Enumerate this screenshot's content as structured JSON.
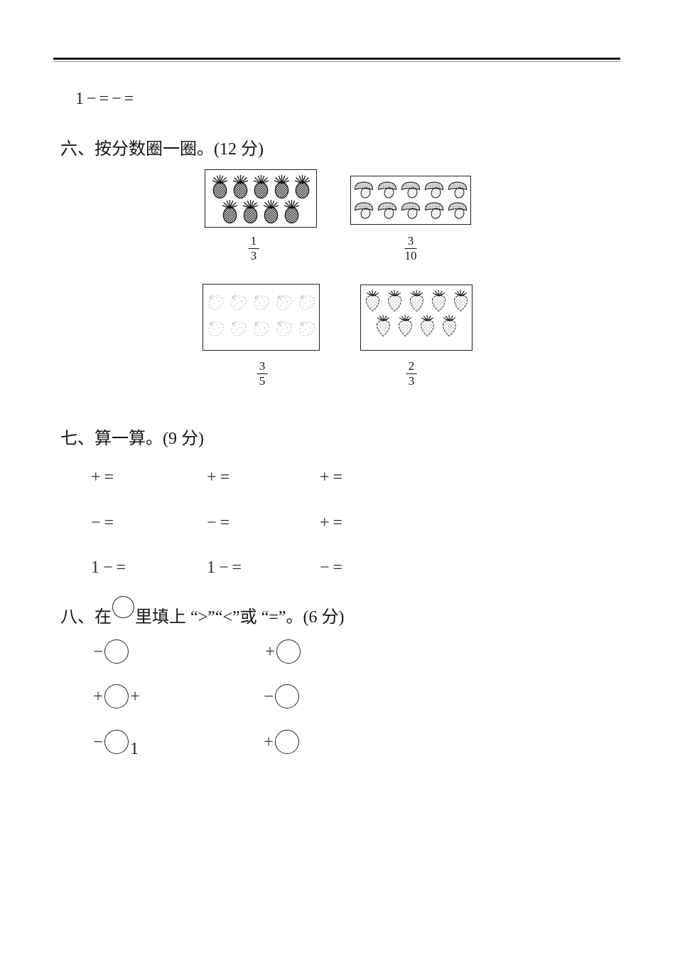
{
  "top": {
    "leftover_expression": "1−=−="
  },
  "section6": {
    "title": "六、按分数圈一圈。(12 分)",
    "boxes": [
      {
        "fruit": "pineapple",
        "rows": [
          5,
          4
        ],
        "count": 9,
        "fraction": {
          "numerator": "1",
          "denominator": "3"
        }
      },
      {
        "fruit": "mushroom",
        "rows": [
          5,
          5
        ],
        "count": 10,
        "fraction": {
          "numerator": "3",
          "denominator": "10"
        }
      },
      {
        "fruit": "mango",
        "rows": [
          5,
          5
        ],
        "count": 10,
        "fraction": {
          "numerator": "3",
          "denominator": "5"
        }
      },
      {
        "fruit": "strawberry",
        "rows": [
          5,
          4
        ],
        "count": 9,
        "fraction": {
          "numerator": "2",
          "denominator": "3"
        }
      }
    ]
  },
  "section7": {
    "title": "七、算一算。(9 分)",
    "expressions": [
      "+=",
      "+=",
      "+=",
      "−=",
      "−=",
      "+=",
      "1−=",
      "1−=",
      "−="
    ]
  },
  "section8": {
    "title_prefix": "八、在",
    "title_suffix": "里填上 “>”“<”或 “=”。(6 分)",
    "items": [
      {
        "before": "−",
        "after": ""
      },
      {
        "before": "+",
        "after": ""
      },
      {
        "before": "+",
        "after": "+"
      },
      {
        "before": "−",
        "after": ""
      },
      {
        "before": "−",
        "after": "1"
      },
      {
        "before": "+",
        "after": ""
      }
    ]
  }
}
